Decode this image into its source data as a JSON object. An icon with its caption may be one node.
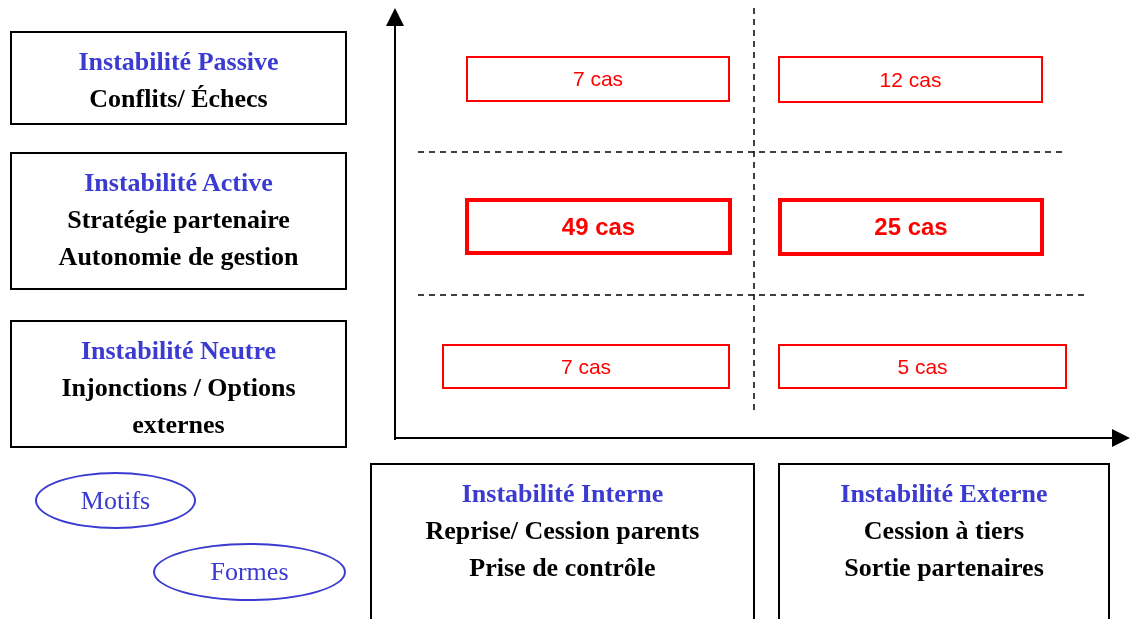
{
  "diagram": {
    "nodes": [
      {
        "text": [
          "Instabilité Passive",
          "Conflits/ Échecs"
        ]
      },
      {
        "text": [
          "Instabilité Active",
          "Stratégie partenaire",
          "Autonomie de gestion"
        ]
      },
      {
        "text": [
          "Instabilité Neutre",
          "Injonctions / Options externes"
        ]
      },
      {
        "text": [
          "Motifs"
        ]
      },
      {
        "text": [
          "Formes"
        ]
      },
      {
        "text": [
          "Instabilité Interne",
          "Reprise/ Cession parents",
          "Prise de contrôle"
        ]
      },
      {
        "text": [
          "Instabilité Externe",
          "Cession à tiers",
          "Sortie partenaires"
        ]
      },
      {
        "text": [
          "7 cas"
        ]
      },
      {
        "text": [
          "12 cas"
        ]
      },
      {
        "text": [
          "49 cas"
        ]
      },
      {
        "text": [
          "25 cas"
        ]
      },
      {
        "text": [
          "7 cas"
        ]
      },
      {
        "text": [
          "5 cas"
        ]
      }
    ],
    "edges": []
  }
}
